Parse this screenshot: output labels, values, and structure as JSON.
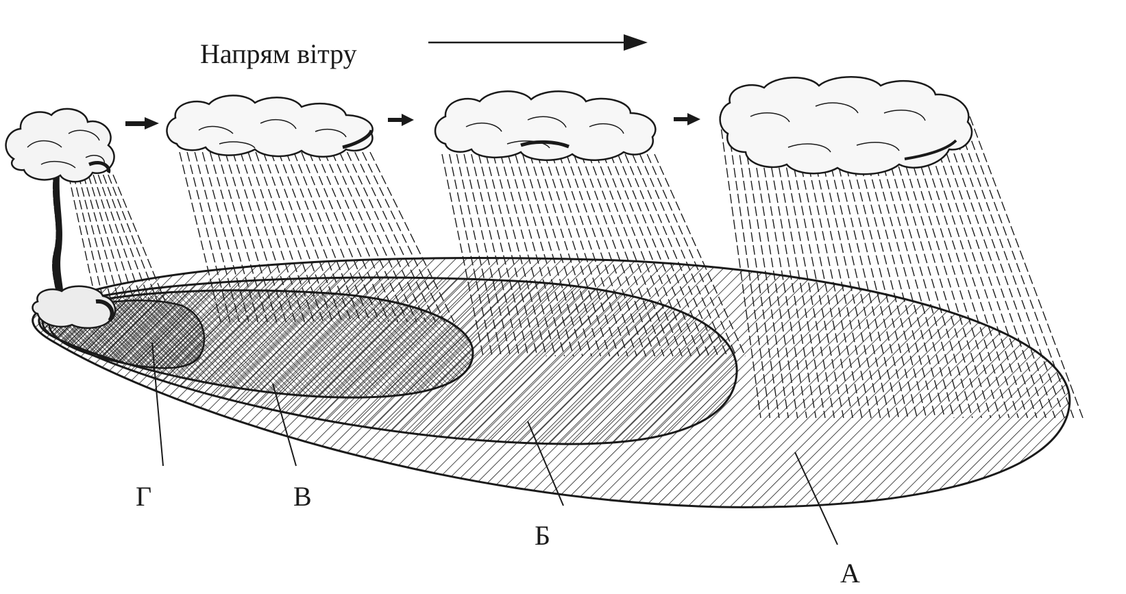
{
  "wind": {
    "label": "Напрям вітру"
  },
  "zones": [
    {
      "id": "A",
      "label": "А"
    },
    {
      "id": "B",
      "label": "Б"
    },
    {
      "id": "V",
      "label": "В"
    },
    {
      "id": "G",
      "label": "Г"
    }
  ],
  "colors": {
    "ink": "#1a1a1a",
    "background": "#ffffff"
  }
}
